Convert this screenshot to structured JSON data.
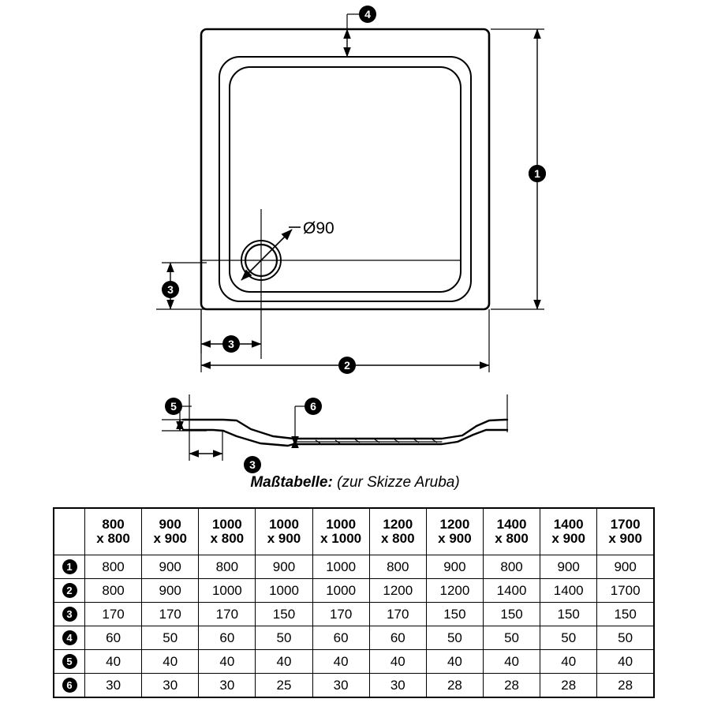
{
  "drawing": {
    "diameter_label": "Ø90",
    "markers": {
      "m1": "1",
      "m2": "2",
      "m3": "3",
      "m3b": "3",
      "m4": "4",
      "m5": "5",
      "m6": "6"
    }
  },
  "table_title": {
    "bold_part": "Maßtabelle:",
    "rest_part": " (zur Skizze Aruba)"
  },
  "chart_data": {
    "type": "table",
    "title": "Maßtabelle: (zur Skizze Aruba)",
    "columns": [
      {
        "line1": "800",
        "line2": "x 800"
      },
      {
        "line1": "900",
        "line2": "x 900"
      },
      {
        "line1": "1000",
        "line2": "x 800"
      },
      {
        "line1": "1000",
        "line2": "x 900"
      },
      {
        "line1": "1000",
        "line2": "x 1000"
      },
      {
        "line1": "1200",
        "line2": "x 800"
      },
      {
        "line1": "1200",
        "line2": "x 900"
      },
      {
        "line1": "1400",
        "line2": "x 800"
      },
      {
        "line1": "1400",
        "line2": "x 900"
      },
      {
        "line1": "1700",
        "line2": "x 900"
      }
    ],
    "rows": [
      {
        "marker": "1",
        "values": [
          "800",
          "900",
          "800",
          "900",
          "1000",
          "800",
          "900",
          "800",
          "900",
          "900"
        ]
      },
      {
        "marker": "2",
        "values": [
          "800",
          "900",
          "1000",
          "1000",
          "1000",
          "1200",
          "1200",
          "1400",
          "1400",
          "1700"
        ]
      },
      {
        "marker": "3",
        "values": [
          "170",
          "170",
          "170",
          "150",
          "170",
          "170",
          "150",
          "150",
          "150",
          "150"
        ]
      },
      {
        "marker": "4",
        "values": [
          "60",
          "50",
          "60",
          "50",
          "60",
          "60",
          "50",
          "50",
          "50",
          "50"
        ]
      },
      {
        "marker": "5",
        "values": [
          "40",
          "40",
          "40",
          "40",
          "40",
          "40",
          "40",
          "40",
          "40",
          "40"
        ]
      },
      {
        "marker": "6",
        "values": [
          "30",
          "30",
          "30",
          "25",
          "30",
          "30",
          "28",
          "28",
          "28",
          "28"
        ]
      }
    ]
  },
  "colors": {
    "line": "#000000",
    "background": "#ffffff",
    "badge_bg": "#000000",
    "badge_fg": "#ffffff"
  }
}
